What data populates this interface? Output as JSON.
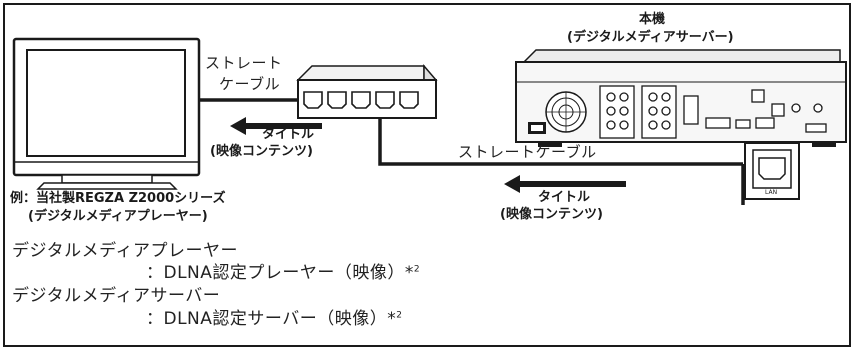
{
  "labels": {
    "straight_cable_line1": "ストレート",
    "straight_cable_line2": "ケーブル",
    "straight_cable_long": "ストレートケーブル",
    "title_left_1": "タイトル",
    "title_left_2": "(映像コンテンツ)",
    "title_right_1": "タイトル",
    "title_right_2": "(映像コンテンツ)",
    "device_line1": "本機",
    "device_line2": "(デジタルメディアサーバー)",
    "example_line1": "例：当社製REGZA Z2000シリーズ",
    "example_line2": "(デジタルメディアプレーヤー)",
    "lan_port": "LAN"
  },
  "notes": [
    {
      "head": "デジタルメディアプレーヤー",
      "body": "：DLNA認定プレーヤー（映像）*",
      "sup": "2"
    },
    {
      "head": "デジタルメディアサーバー",
      "body": "：DLNA認定サーバー（映像）*",
      "sup": "2"
    }
  ],
  "colors": {
    "ink": "#1a1a1a",
    "panel": "#ffffff",
    "device_fill": "#f2f2f2"
  }
}
